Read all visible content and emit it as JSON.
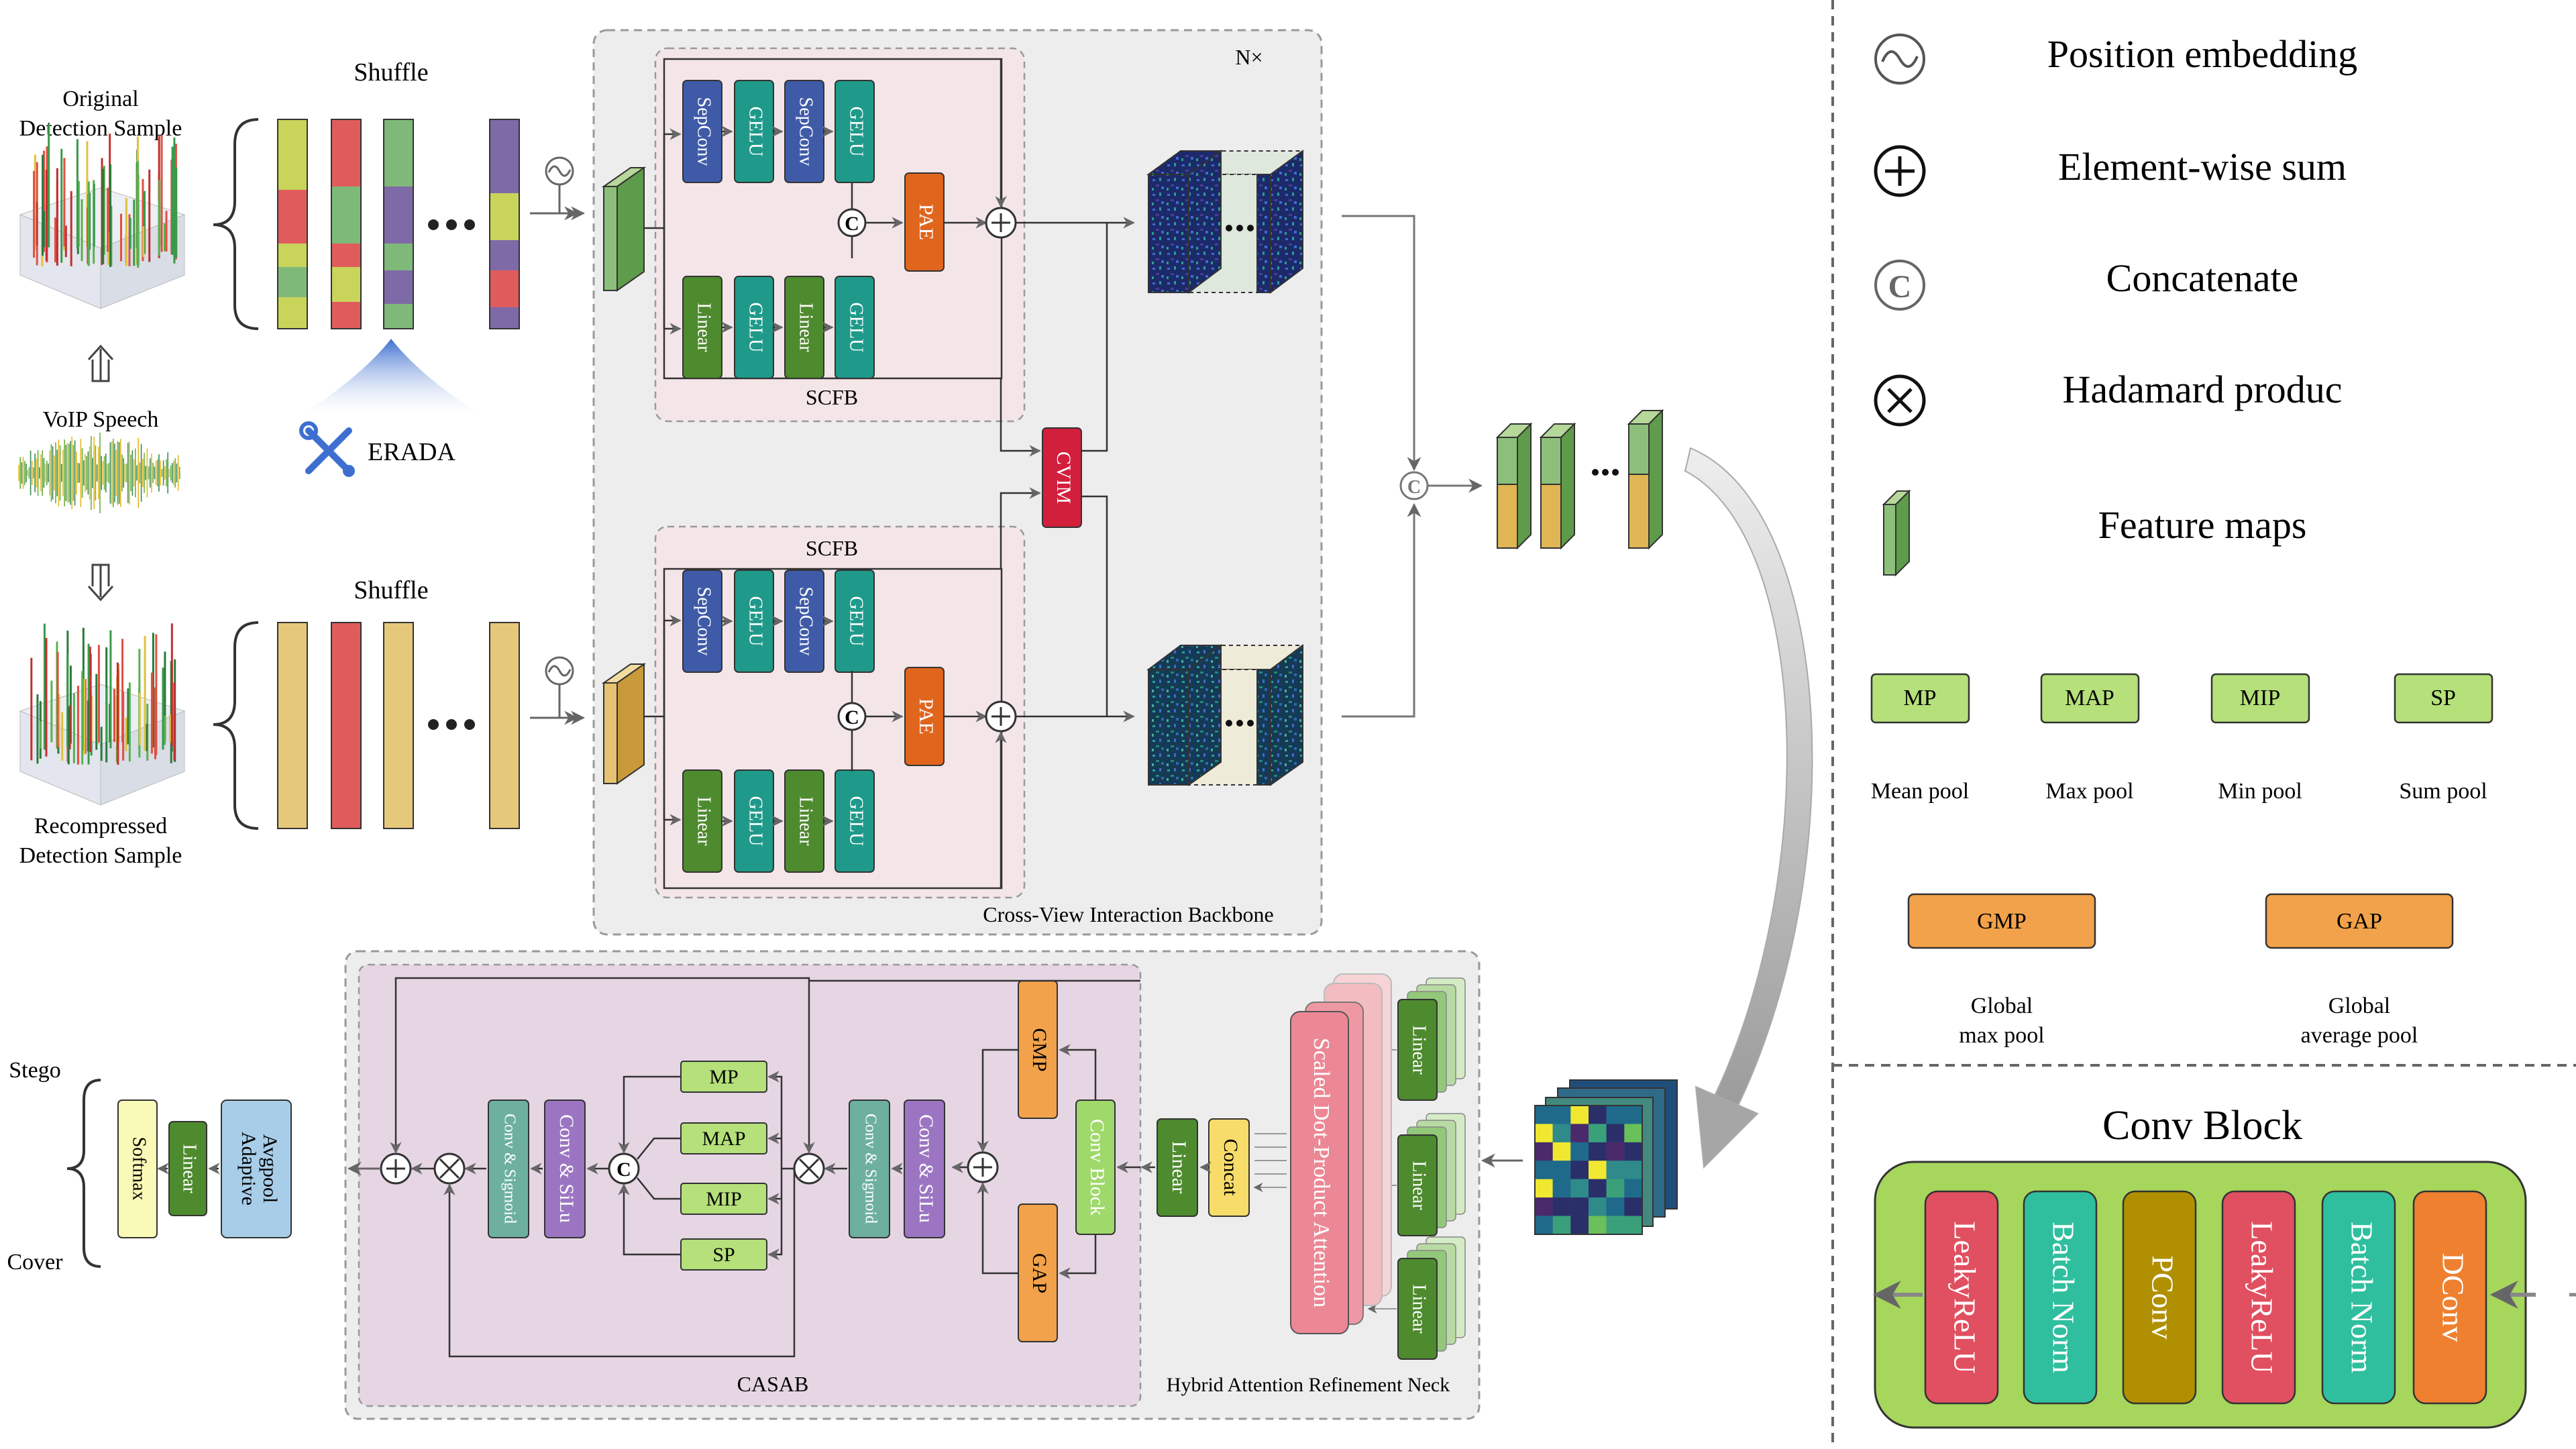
{
  "input": {
    "original_label": [
      "Original",
      "Detection Sample"
    ],
    "voip_label": "VoIP Speech",
    "recompressed_label": [
      "Recompressed",
      "Detection Sample"
    ],
    "shuffle_top": "Shuffle",
    "shuffle_bottom": "Shuffle",
    "erada_label": "ERADA"
  },
  "backbone": {
    "n_times": "N×",
    "scfb_top_label": "SCFB",
    "scfb_bottom_label": "SCFB",
    "blocks_top_row": [
      "SepConv",
      "GELU",
      "SepConv",
      "GELU"
    ],
    "blocks_bottom_row": [
      "Linear",
      "GELU",
      "Linear",
      "GELU"
    ],
    "pae": "PAE",
    "cvim": "CVIM",
    "concat_symbol": "C",
    "caption": "Cross-View Interaction Backbone"
  },
  "neck": {
    "attention": "Scaled Dot-Product Attention",
    "linear": "Linear",
    "concat": "Concat",
    "caption": "Hybrid Attention Refinement Neck"
  },
  "casab": {
    "caption": "CASAB",
    "conv_sigmoid": "Conv & Sigmoid",
    "conv_silu": "Conv & SiLu",
    "pools": [
      "MP",
      "MAP",
      "MIP",
      "SP"
    ],
    "gmp": "GMP",
    "gap": "GAP",
    "conv_block": "Conv Block"
  },
  "head": {
    "adaptive_avgpool": [
      "Adaptive",
      "Avgpool"
    ],
    "linear": "Linear",
    "softmax": "Softmax",
    "stego": "Stego",
    "cover": "Cover"
  },
  "legend": {
    "position_embedding": "Position embedding",
    "element_wise_sum": "Element-wise sum",
    "concatenate": "Concatenate",
    "hadamard": "Hadamard produc",
    "feature_maps": "Feature maps",
    "pools": [
      {
        "abbr": "MP",
        "name": "Mean pool"
      },
      {
        "abbr": "MAP",
        "name": "Max pool"
      },
      {
        "abbr": "MIP",
        "name": "Min pool"
      },
      {
        "abbr": "SP",
        "name": "Sum pool"
      }
    ],
    "global_pools": [
      {
        "abbr": "GMP",
        "name": [
          "Global",
          "max pool"
        ]
      },
      {
        "abbr": "GAP",
        "name": [
          "Global",
          "average pool"
        ]
      }
    ]
  },
  "conv_block": {
    "title": "Conv Block",
    "layers": [
      "LeakyReLU",
      "Batch Norm",
      "PConv",
      "LeakyReLU",
      "Batch Norm",
      "DConv"
    ]
  },
  "colors": {
    "sepconv": "#3f5ba8",
    "gelu": "#1f9a8a",
    "linear": "#4e8a2e",
    "pae": "#e0651d",
    "cvim": "#d21f3c",
    "pool_green": "#b5e07a",
    "global_orange": "#f2a24a",
    "scfb_bg": "#f4e6e8",
    "casab_bg": "#e6d6e4",
    "panel_bg": "#ededed",
    "convblock_bg": "#a6d65c"
  }
}
